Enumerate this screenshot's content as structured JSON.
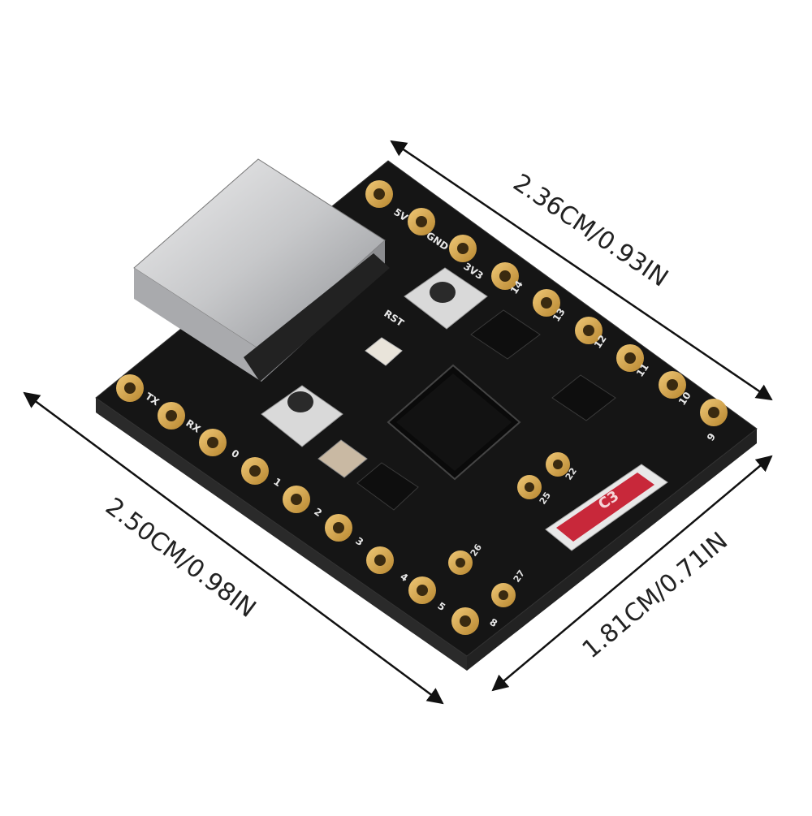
{
  "dimensions": {
    "top_edge": "2.36CM/0.93IN",
    "left_edge": "2.50CM/0.98IN",
    "right_edge": "1.81CM/0.71IN"
  },
  "top_header_labels": [
    "5V",
    "GND",
    "3V3",
    "14",
    "13",
    "12",
    "11",
    "10",
    "9"
  ],
  "bottom_header_labels": [
    "TX",
    "RX",
    "0",
    "1",
    "2",
    "3",
    "4",
    "5",
    "8"
  ],
  "inner_pad_labels": [
    "22",
    "25",
    "26",
    "27"
  ],
  "button_label": "RST",
  "module_mark": "C3",
  "colors": {
    "pcb": "#141414",
    "gold": "#d2a24c",
    "usb_metal": "#c9cacc",
    "antenna": "#c8283a",
    "arrow": "#111111"
  }
}
